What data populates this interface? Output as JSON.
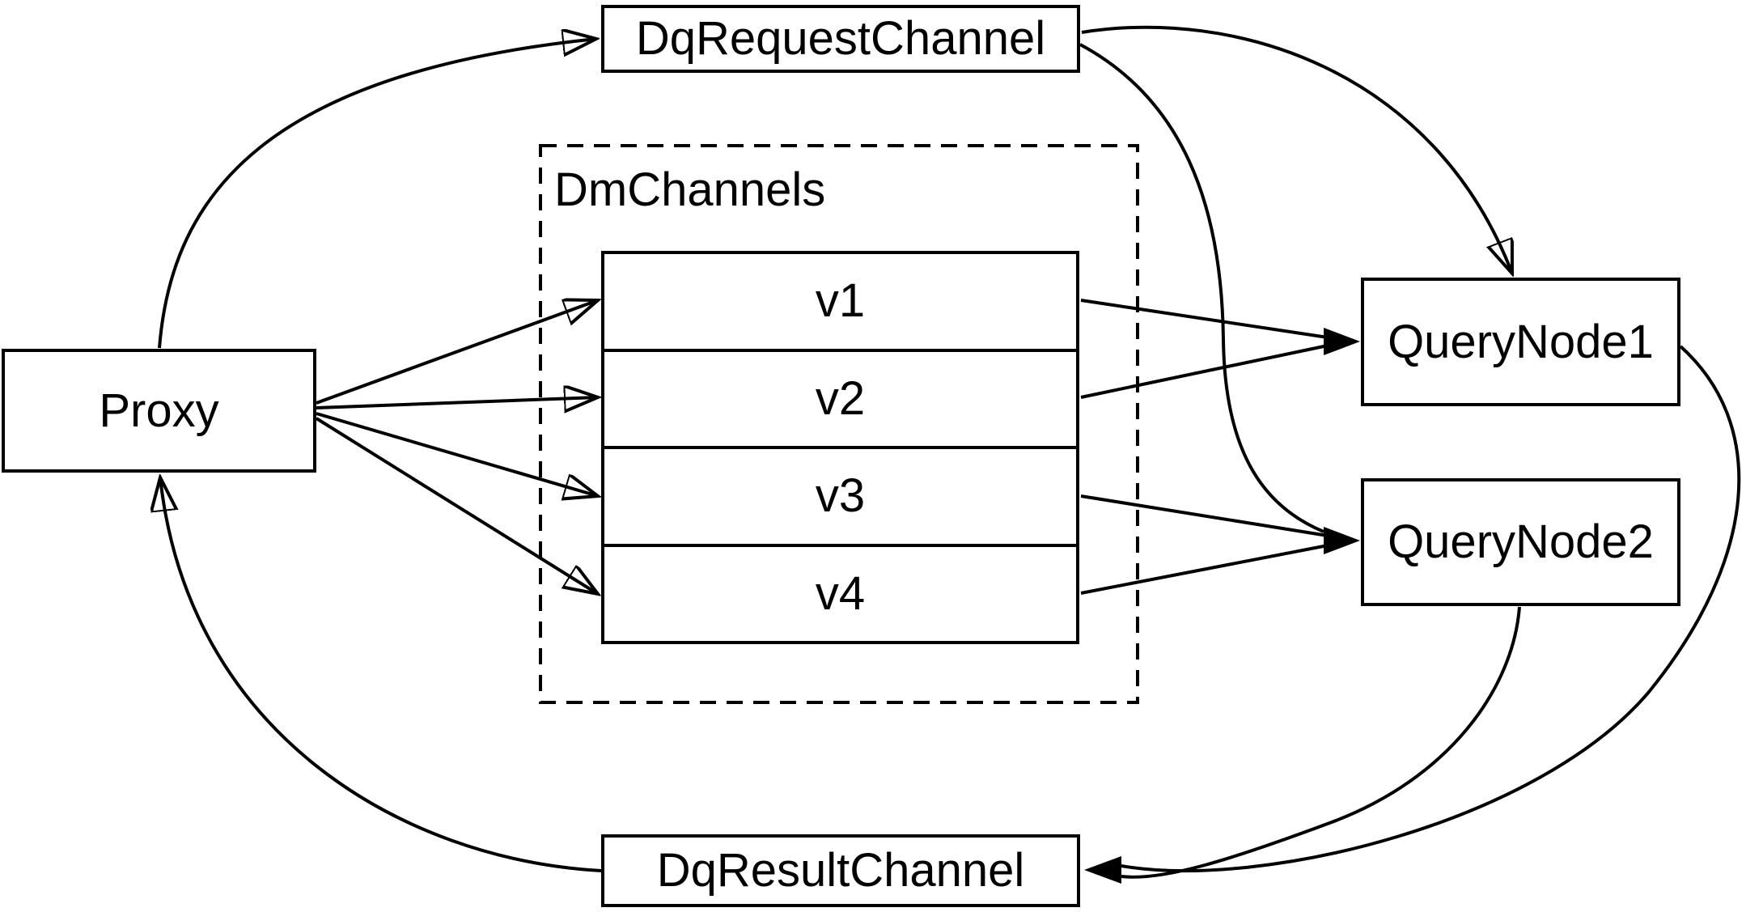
{
  "diagram": {
    "background": "#ffffff",
    "stroke_color": "#000000",
    "nodes": {
      "dq_request_channel": {
        "label": "DqRequestChannel"
      },
      "proxy": {
        "label": "Proxy"
      },
      "dm_channels_group": {
        "label": "DmChannels"
      },
      "channels": [
        "v1",
        "v2",
        "v3",
        "v4"
      ],
      "query_node_1": {
        "label": "QueryNode1"
      },
      "query_node_2": {
        "label": "QueryNode2"
      },
      "dq_result_channel": {
        "label": "DqResultChannel"
      }
    },
    "edges": [
      {
        "from": "Proxy",
        "to": "DqRequestChannel"
      },
      {
        "from": "DqRequestChannel",
        "to": "QueryNode1"
      },
      {
        "from": "DqRequestChannel",
        "to": "QueryNode2"
      },
      {
        "from": "Proxy",
        "to": "v1"
      },
      {
        "from": "Proxy",
        "to": "v2"
      },
      {
        "from": "Proxy",
        "to": "v3"
      },
      {
        "from": "Proxy",
        "to": "v4"
      },
      {
        "from": "v1",
        "to": "QueryNode1"
      },
      {
        "from": "v2",
        "to": "QueryNode1"
      },
      {
        "from": "v3",
        "to": "QueryNode2"
      },
      {
        "from": "v4",
        "to": "QueryNode2"
      },
      {
        "from": "QueryNode1",
        "to": "DqResultChannel"
      },
      {
        "from": "QueryNode2",
        "to": "DqResultChannel"
      },
      {
        "from": "DqResultChannel",
        "to": "Proxy"
      }
    ]
  }
}
